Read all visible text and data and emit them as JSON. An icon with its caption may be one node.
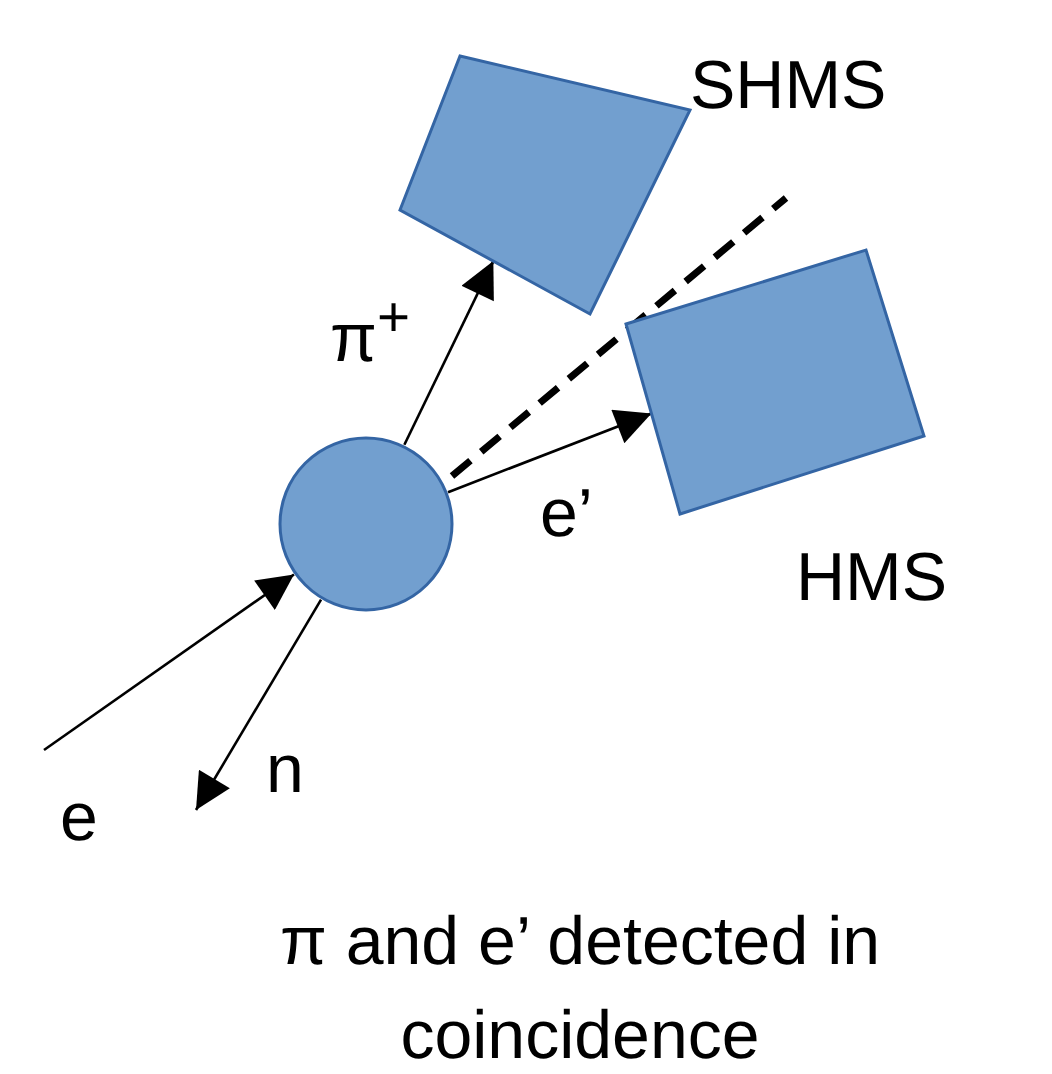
{
  "diagram": {
    "caption": "π and e’ detected in coincidence",
    "nodes": [
      {
        "text": [],
        "shape": "box",
        "beside": [
          "SHMS"
        ]
      },
      {
        "text": [],
        "shape": "box",
        "beside": [
          "HMS"
        ]
      },
      {
        "text": [],
        "shape": "circle"
      }
    ],
    "edges": [
      {
        "from": 2,
        "to": 0,
        "arrow": "to",
        "label": "π$^{+}$"
      },
      {
        "from": 2,
        "to": 1,
        "arrow": "to",
        "label": "e’"
      },
      {
        "from": null,
        "to": 2,
        "arrow": "to",
        "label": "e"
      },
      {
        "from": 2,
        "to": null,
        "arrow": "to",
        "label": "n"
      }
    ]
  }
}
